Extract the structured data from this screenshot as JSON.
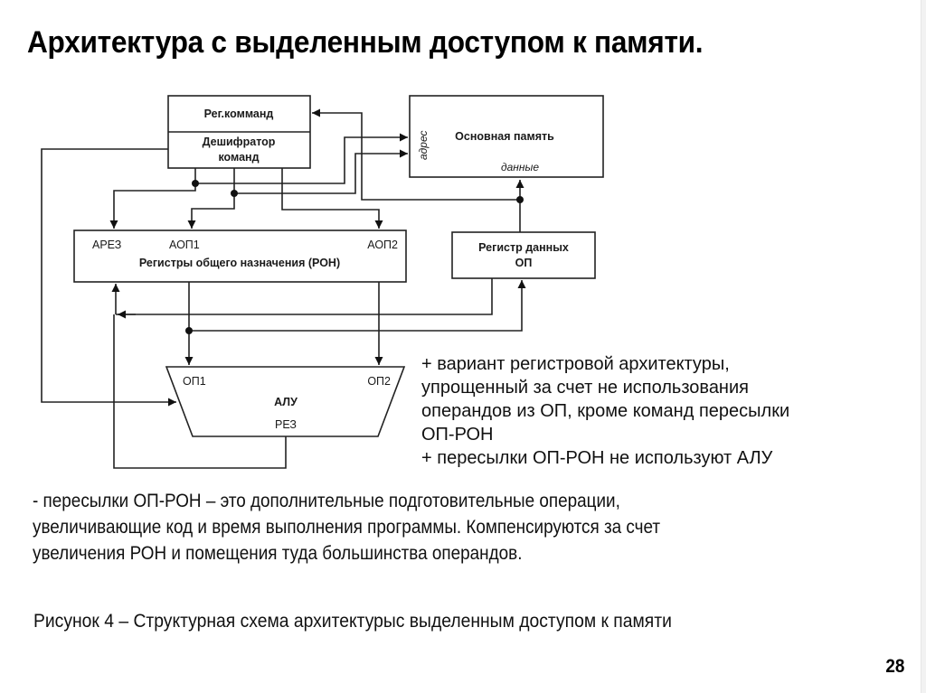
{
  "slide": {
    "title": "Архитектура с выделенным доступом к памяти.",
    "page_number": "28"
  },
  "diagram": {
    "blocks": {
      "cmd_register": "Рег.комманд",
      "cmd_decoder_line1": "Дешифратор",
      "cmd_decoder_line2": "команд",
      "main_memory": "Основная память",
      "memory_address_port": "адрес",
      "memory_data_port": "данные",
      "gpr_port_ares": "АРЕЗ",
      "gpr_port_aop1": "АОП1",
      "gpr_port_aop2": "АОП2",
      "gpr": "Регистры общего назначения (РОН)",
      "data_register_line1": "Регистр данных",
      "data_register_line2": "ОП",
      "alu_port_op1": "ОП1",
      "alu_port_op2": "ОП2",
      "alu": "АЛУ",
      "alu_port_res": "РЕЗ"
    }
  },
  "notes": {
    "pros": [
      "+ вариант регистровой архитектуры,",
      "упрощенный за счет не использования",
      "операндов из ОП, кроме команд пересылки",
      "ОП-РОН",
      "+ пересылки ОП-РОН не используют АЛУ"
    ],
    "cons": [
      "- пересылки ОП-РОН – это дополнительные подготовительные операции,",
      "увеличивающие код и время выполнения программы. Компенсируются за счет",
      "увеличения РОН и помещения туда большинства операндов."
    ]
  },
  "caption": "Рисунок 4 – Структурная схема архитектурыс выделенным доступом к памяти"
}
